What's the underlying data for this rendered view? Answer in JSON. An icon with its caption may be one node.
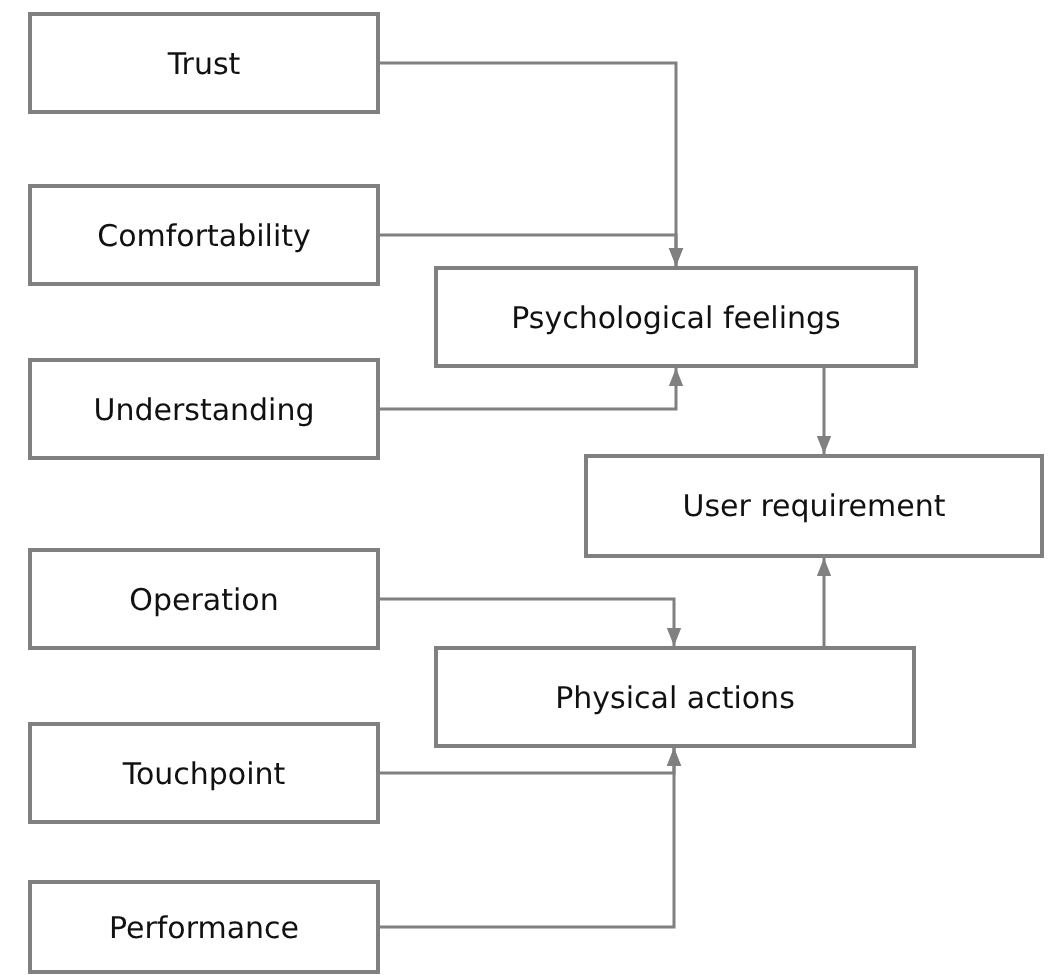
{
  "diagram": {
    "nodes": [
      {
        "text": [
          "Trust"
        ]
      },
      {
        "text": [
          "Comfortability"
        ]
      },
      {
        "text": [
          "Psychological feelings"
        ]
      },
      {
        "text": [
          "Understanding"
        ]
      },
      {
        "text": [
          "User requirement"
        ]
      },
      {
        "text": [
          "Operation"
        ]
      },
      {
        "text": [
          "Physical actions"
        ]
      },
      {
        "text": [
          "Touchpoint"
        ]
      },
      {
        "text": [
          "Performance"
        ]
      }
    ],
    "edges": [
      {
        "from": 0,
        "to": 2,
        "arrow": "to"
      },
      {
        "from": 1,
        "to": 2,
        "arrow": "to"
      },
      {
        "from": 3,
        "to": 2,
        "arrow": "to"
      },
      {
        "from": 2,
        "to": 4,
        "arrow": "to"
      },
      {
        "from": 6,
        "to": 4,
        "arrow": "to"
      },
      {
        "from": 5,
        "to": 6,
        "arrow": "to"
      },
      {
        "from": 7,
        "to": 6,
        "arrow": "to"
      },
      {
        "from": 8,
        "to": 6,
        "arrow": "to"
      }
    ]
  }
}
